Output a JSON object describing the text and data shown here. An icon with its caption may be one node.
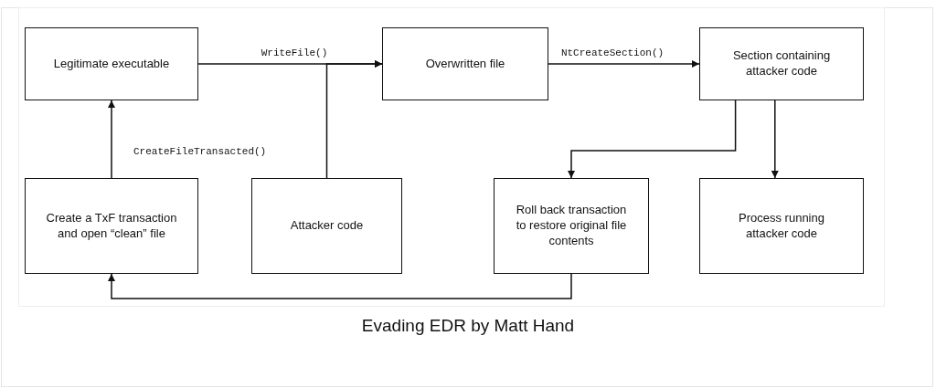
{
  "diagram": {
    "caption": "Evading EDR by Matt Hand",
    "nodes": [
      {
        "text": [
          "Legitimate executable"
        ]
      },
      {
        "text": [
          "Overwritten file"
        ]
      },
      {
        "text": [
          "Section containing attacker code"
        ]
      },
      {
        "text": [
          "Create a TxF transaction and open “clean” file"
        ]
      },
      {
        "text": [
          "Attacker code"
        ]
      },
      {
        "text": [
          "Roll back transaction to restore original file contents"
        ]
      },
      {
        "text": [
          "Process running attacker code"
        ]
      }
    ],
    "edges": [
      {
        "from": 0,
        "to": 1,
        "arrow": "to",
        "label": "WriteFile()"
      },
      {
        "from": 4,
        "to": 1,
        "arrow": "to"
      },
      {
        "from": 1,
        "to": 2,
        "arrow": "to",
        "label": "NtCreateSection()"
      },
      {
        "from": 2,
        "to": 5,
        "arrow": "to"
      },
      {
        "from": 2,
        "to": 6,
        "arrow": "to"
      },
      {
        "from": 5,
        "to": 3,
        "arrow": "to"
      },
      {
        "from": 3,
        "to": 0,
        "arrow": "to",
        "label": "CreateFileTransacted()"
      }
    ]
  }
}
